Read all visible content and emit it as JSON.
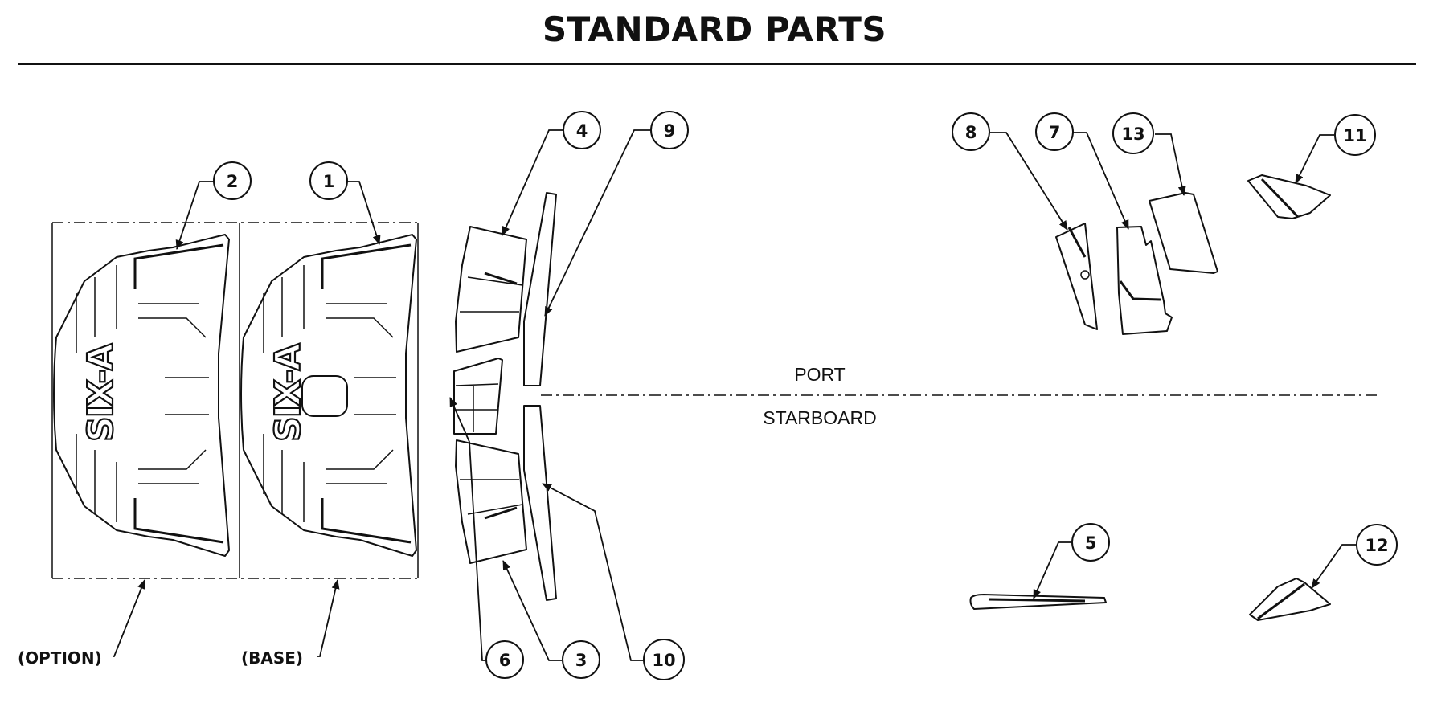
{
  "title": "STANDARD PARTS",
  "side_labels": {
    "port": "PORT",
    "starboard": "STARBOARD"
  },
  "panel_labels": {
    "option": "(OPTION)",
    "base": "(BASE)"
  },
  "logo_text": "SIX-A",
  "callouts": [
    "1",
    "2",
    "3",
    "4",
    "5",
    "6",
    "7",
    "8",
    "9",
    "10",
    "11",
    "12",
    "13"
  ]
}
